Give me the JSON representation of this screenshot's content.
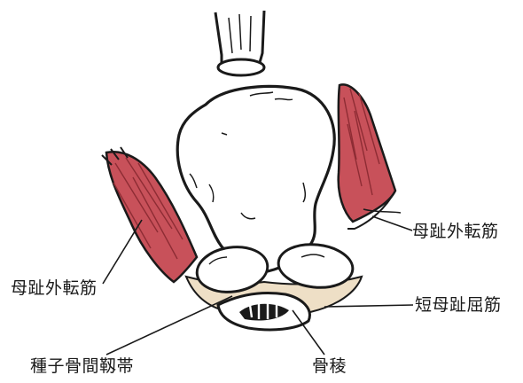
{
  "labels": {
    "abductor_right": "母趾外転筋",
    "abductor_left": "母趾外転筋",
    "flexor_hallucis_brevis": "短母趾屈筋",
    "intersesamoid_ligament": "種子骨間靱帯",
    "crista": "骨稜"
  },
  "colors": {
    "muscle": "#c8515a",
    "muscle_dark": "#8e2c34",
    "ligament": "#eedfc6",
    "bone": "#ffffff",
    "outline": "#1a1a1a"
  }
}
